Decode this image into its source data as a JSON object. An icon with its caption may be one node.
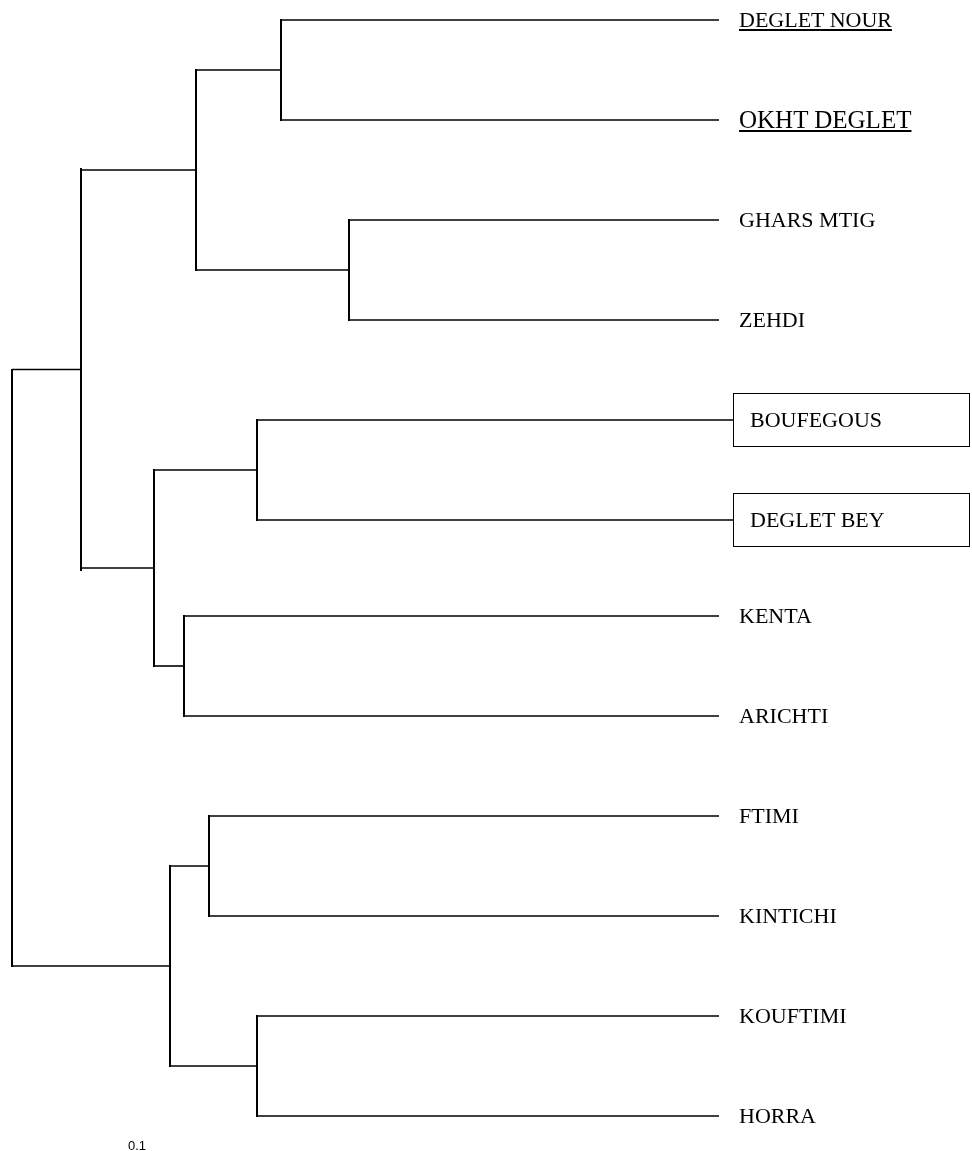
{
  "diagram": {
    "nodes": [
      {
        "text": [],
        "shape": "bar"
      },
      {
        "text": [],
        "shape": "bar"
      },
      {
        "text": [],
        "shape": "bar"
      },
      {
        "text": [],
        "shape": "bar"
      },
      {
        "text": [
          "DEGLET NOUR"
        ]
      },
      {
        "text": [
          "OKHT DEGLET"
        ]
      },
      {
        "text": [],
        "shape": "bar"
      },
      {
        "text": [
          "GHARS MTIG"
        ]
      },
      {
        "text": [
          "ZEHDI"
        ]
      },
      {
        "text": [],
        "shape": "bar"
      },
      {
        "text": [],
        "shape": "bar"
      },
      {
        "text": [
          "BOUFEGOUS"
        ]
      },
      {
        "text": [
          "DEGLET BEY"
        ]
      },
      {
        "text": [],
        "shape": "bar"
      },
      {
        "text": [
          "KENTA"
        ]
      },
      {
        "text": [
          "ARICHTI"
        ]
      },
      {
        "text": [],
        "shape": "bar"
      },
      {
        "text": [],
        "shape": "bar"
      },
      {
        "text": [
          "FTIMI"
        ]
      },
      {
        "text": [
          "KINTICHI"
        ]
      },
      {
        "text": [],
        "shape": "bar"
      },
      {
        "text": [
          "KOUFTIMI"
        ]
      },
      {
        "text": [
          "HORRA"
        ]
      }
    ],
    "edges": [
      {
        "from": 0,
        "to": 1,
        "arrow": "none"
      },
      {
        "from": 1,
        "to": 2,
        "arrow": "none"
      },
      {
        "from": 2,
        "to": 3,
        "arrow": "none"
      },
      {
        "from": 3,
        "to": 4,
        "arrow": "none"
      },
      {
        "from": 3,
        "to": 5,
        "arrow": "none"
      },
      {
        "from": 2,
        "to": 6,
        "arrow": "none"
      },
      {
        "from": 6,
        "to": 7,
        "arrow": "none"
      },
      {
        "from": 6,
        "to": 8,
        "arrow": "none"
      },
      {
        "from": 1,
        "to": 9,
        "arrow": "none"
      },
      {
        "from": 9,
        "to": 10,
        "arrow": "none"
      },
      {
        "from": 10,
        "to": 11,
        "arrow": "none"
      },
      {
        "from": 10,
        "to": 12,
        "arrow": "none"
      },
      {
        "from": 9,
        "to": 13,
        "arrow": "none"
      },
      {
        "from": 13,
        "to": 14,
        "arrow": "none"
      },
      {
        "from": 13,
        "to": 15,
        "arrow": "none"
      },
      {
        "from": 0,
        "to": 16,
        "arrow": "none"
      },
      {
        "from": 16,
        "to": 17,
        "arrow": "none"
      },
      {
        "from": 17,
        "to": 18,
        "arrow": "none"
      },
      {
        "from": 17,
        "to": 19,
        "arrow": "none"
      },
      {
        "from": 16,
        "to": 20,
        "arrow": "none"
      },
      {
        "from": 20,
        "to": 21,
        "arrow": "none"
      },
      {
        "from": 20,
        "to": 22,
        "arrow": "none"
      }
    ],
    "labels": [
      "0.1"
    ]
  }
}
